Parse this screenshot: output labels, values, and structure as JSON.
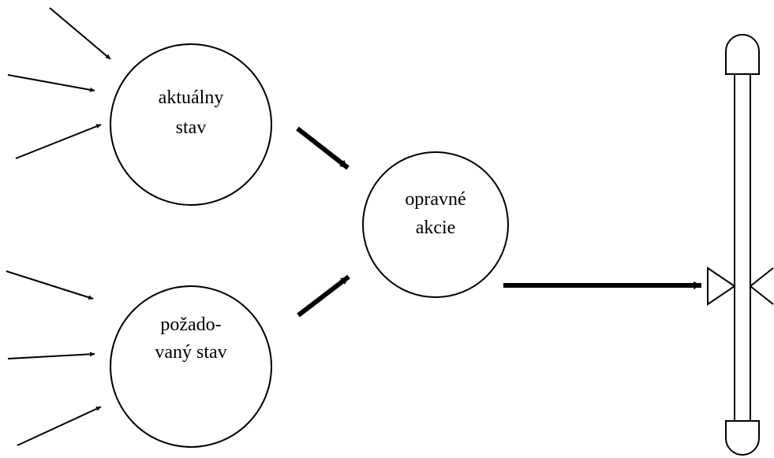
{
  "diagram": {
    "nodes": {
      "current_state": {
        "line1": "aktuálny",
        "line2": "stav"
      },
      "desired_state": {
        "line1": "požado-",
        "line2": "vaný stav"
      },
      "corrective_actions": {
        "line1": "opravné",
        "line2": "akcie"
      }
    },
    "colors": {
      "stroke": "#000000",
      "background": "#ffffff"
    }
  }
}
